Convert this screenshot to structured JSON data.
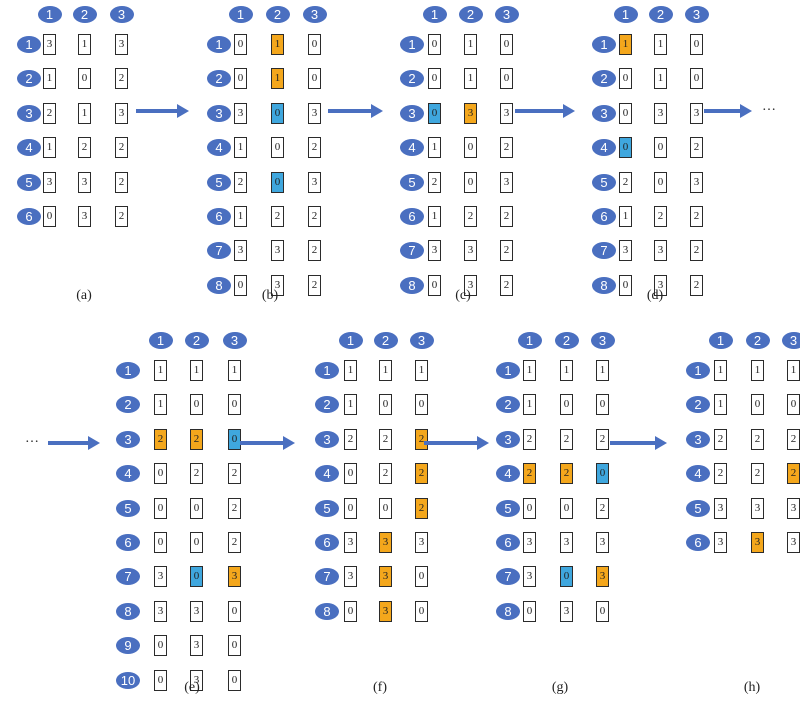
{
  "colors": {
    "badge": "#4a6fc0",
    "orange": "#f4a71c",
    "blue": "#3fa7de"
  },
  "ellipsis": "…",
  "panels": [
    {
      "label": "(a)",
      "cols": [
        "1",
        "2",
        "3"
      ],
      "rows": [
        "1",
        "2",
        "3",
        "4",
        "5",
        "6"
      ],
      "cells": [
        [
          {
            "v": "3"
          },
          {
            "v": "1"
          },
          {
            "v": "3"
          }
        ],
        [
          {
            "v": "1"
          },
          {
            "v": "0"
          },
          {
            "v": "2"
          }
        ],
        [
          {
            "v": "2"
          },
          {
            "v": "1"
          },
          {
            "v": "3"
          }
        ],
        [
          {
            "v": "1"
          },
          {
            "v": "2"
          },
          {
            "v": "2"
          }
        ],
        [
          {
            "v": "3"
          },
          {
            "v": "3"
          },
          {
            "v": "2"
          }
        ],
        [
          {
            "v": "0"
          },
          {
            "v": "3"
          },
          {
            "v": "2"
          }
        ]
      ]
    },
    {
      "label": "(b)",
      "cols": [
        "1",
        "2",
        "3"
      ],
      "rows": [
        "1",
        "2",
        "3",
        "4",
        "5",
        "6",
        "7",
        "8"
      ],
      "cells": [
        [
          {
            "v": "0"
          },
          {
            "v": "1",
            "h": "orange"
          },
          {
            "v": "0"
          }
        ],
        [
          {
            "v": "0"
          },
          {
            "v": "1",
            "h": "orange"
          },
          {
            "v": "0"
          }
        ],
        [
          {
            "v": "3"
          },
          {
            "v": "0",
            "h": "blue"
          },
          {
            "v": "3"
          }
        ],
        [
          {
            "v": "1"
          },
          {
            "v": "0"
          },
          {
            "v": "2"
          }
        ],
        [
          {
            "v": "2"
          },
          {
            "v": "0",
            "h": "blue"
          },
          {
            "v": "3"
          }
        ],
        [
          {
            "v": "1"
          },
          {
            "v": "2"
          },
          {
            "v": "2"
          }
        ],
        [
          {
            "v": "3"
          },
          {
            "v": "3"
          },
          {
            "v": "2"
          }
        ],
        [
          {
            "v": "0"
          },
          {
            "v": "3"
          },
          {
            "v": "2"
          }
        ]
      ]
    },
    {
      "label": "(c)",
      "cols": [
        "1",
        "2",
        "3"
      ],
      "rows": [
        "1",
        "2",
        "3",
        "4",
        "5",
        "6",
        "7",
        "8"
      ],
      "cells": [
        [
          {
            "v": "0"
          },
          {
            "v": "1"
          },
          {
            "v": "0"
          }
        ],
        [
          {
            "v": "0"
          },
          {
            "v": "1"
          },
          {
            "v": "0"
          }
        ],
        [
          {
            "v": "0",
            "h": "blue"
          },
          {
            "v": "3",
            "h": "orange"
          },
          {
            "v": "3"
          }
        ],
        [
          {
            "v": "1"
          },
          {
            "v": "0"
          },
          {
            "v": "2"
          }
        ],
        [
          {
            "v": "2"
          },
          {
            "v": "0"
          },
          {
            "v": "3"
          }
        ],
        [
          {
            "v": "1"
          },
          {
            "v": "2"
          },
          {
            "v": "2"
          }
        ],
        [
          {
            "v": "3"
          },
          {
            "v": "3"
          },
          {
            "v": "2"
          }
        ],
        [
          {
            "v": "0"
          },
          {
            "v": "3"
          },
          {
            "v": "2"
          }
        ]
      ]
    },
    {
      "label": "(d)",
      "cols": [
        "1",
        "2",
        "3"
      ],
      "rows": [
        "1",
        "2",
        "3",
        "4",
        "5",
        "6",
        "7",
        "8"
      ],
      "cells": [
        [
          {
            "v": "1",
            "h": "orange"
          },
          {
            "v": "1"
          },
          {
            "v": "0"
          }
        ],
        [
          {
            "v": "0"
          },
          {
            "v": "1"
          },
          {
            "v": "0"
          }
        ],
        [
          {
            "v": "0"
          },
          {
            "v": "3"
          },
          {
            "v": "3"
          }
        ],
        [
          {
            "v": "0",
            "h": "blue"
          },
          {
            "v": "0"
          },
          {
            "v": "2"
          }
        ],
        [
          {
            "v": "2"
          },
          {
            "v": "0"
          },
          {
            "v": "3"
          }
        ],
        [
          {
            "v": "1"
          },
          {
            "v": "2"
          },
          {
            "v": "2"
          }
        ],
        [
          {
            "v": "3"
          },
          {
            "v": "3"
          },
          {
            "v": "2"
          }
        ],
        [
          {
            "v": "0"
          },
          {
            "v": "3"
          },
          {
            "v": "2"
          }
        ]
      ]
    },
    {
      "label": "(e)",
      "cols": [
        "1",
        "2",
        "3"
      ],
      "rows": [
        "1",
        "2",
        "3",
        "4",
        "5",
        "6",
        "7",
        "8",
        "9",
        "10"
      ],
      "cells": [
        [
          {
            "v": "1"
          },
          {
            "v": "1"
          },
          {
            "v": "1"
          }
        ],
        [
          {
            "v": "1"
          },
          {
            "v": "0"
          },
          {
            "v": "0"
          }
        ],
        [
          {
            "v": "2",
            "h": "orange"
          },
          {
            "v": "2",
            "h": "orange"
          },
          {
            "v": "0",
            "h": "blue"
          }
        ],
        [
          {
            "v": "0"
          },
          {
            "v": "2"
          },
          {
            "v": "2"
          }
        ],
        [
          {
            "v": "0"
          },
          {
            "v": "0"
          },
          {
            "v": "2"
          }
        ],
        [
          {
            "v": "0"
          },
          {
            "v": "0"
          },
          {
            "v": "2"
          }
        ],
        [
          {
            "v": "3"
          },
          {
            "v": "0",
            "h": "blue"
          },
          {
            "v": "3",
            "h": "orange"
          }
        ],
        [
          {
            "v": "3"
          },
          {
            "v": "3"
          },
          {
            "v": "0"
          }
        ],
        [
          {
            "v": "0"
          },
          {
            "v": "3"
          },
          {
            "v": "0"
          }
        ],
        [
          {
            "v": "0"
          },
          {
            "v": "3"
          },
          {
            "v": "0"
          }
        ]
      ]
    },
    {
      "label": "(f)",
      "cols": [
        "1",
        "2",
        "3"
      ],
      "rows": [
        "1",
        "2",
        "3",
        "4",
        "5",
        "6",
        "7",
        "8"
      ],
      "cells": [
        [
          {
            "v": "1"
          },
          {
            "v": "1"
          },
          {
            "v": "1"
          }
        ],
        [
          {
            "v": "1"
          },
          {
            "v": "0"
          },
          {
            "v": "0"
          }
        ],
        [
          {
            "v": "2"
          },
          {
            "v": "2"
          },
          {
            "v": "2",
            "h": "orange"
          }
        ],
        [
          {
            "v": "0"
          },
          {
            "v": "2"
          },
          {
            "v": "2",
            "h": "orange"
          }
        ],
        [
          {
            "v": "0"
          },
          {
            "v": "0"
          },
          {
            "v": "2",
            "h": "orange"
          }
        ],
        [
          {
            "v": "3"
          },
          {
            "v": "3",
            "h": "orange"
          },
          {
            "v": "3"
          }
        ],
        [
          {
            "v": "3"
          },
          {
            "v": "3",
            "h": "orange"
          },
          {
            "v": "0"
          }
        ],
        [
          {
            "v": "0"
          },
          {
            "v": "3",
            "h": "orange"
          },
          {
            "v": "0"
          }
        ]
      ]
    },
    {
      "label": "(g)",
      "cols": [
        "1",
        "2",
        "3"
      ],
      "rows": [
        "1",
        "2",
        "3",
        "4",
        "5",
        "6",
        "7",
        "8"
      ],
      "cells": [
        [
          {
            "v": "1"
          },
          {
            "v": "1"
          },
          {
            "v": "1"
          }
        ],
        [
          {
            "v": "1"
          },
          {
            "v": "0"
          },
          {
            "v": "0"
          }
        ],
        [
          {
            "v": "2"
          },
          {
            "v": "2"
          },
          {
            "v": "2"
          }
        ],
        [
          {
            "v": "2",
            "h": "orange"
          },
          {
            "v": "2",
            "h": "orange"
          },
          {
            "v": "0",
            "h": "blue"
          }
        ],
        [
          {
            "v": "0"
          },
          {
            "v": "0"
          },
          {
            "v": "2"
          }
        ],
        [
          {
            "v": "3"
          },
          {
            "v": "3"
          },
          {
            "v": "3"
          }
        ],
        [
          {
            "v": "3"
          },
          {
            "v": "0",
            "h": "blue"
          },
          {
            "v": "3",
            "h": "orange"
          }
        ],
        [
          {
            "v": "0"
          },
          {
            "v": "3"
          },
          {
            "v": "0"
          }
        ]
      ]
    },
    {
      "label": "(h)",
      "cols": [
        "1",
        "2",
        "3"
      ],
      "rows": [
        "1",
        "2",
        "3",
        "4",
        "5",
        "6"
      ],
      "cells": [
        [
          {
            "v": "1"
          },
          {
            "v": "1"
          },
          {
            "v": "1"
          }
        ],
        [
          {
            "v": "1"
          },
          {
            "v": "0"
          },
          {
            "v": "0"
          }
        ],
        [
          {
            "v": "2"
          },
          {
            "v": "2"
          },
          {
            "v": "2"
          }
        ],
        [
          {
            "v": "2"
          },
          {
            "v": "2"
          },
          {
            "v": "2",
            "h": "orange"
          }
        ],
        [
          {
            "v": "3"
          },
          {
            "v": "3"
          },
          {
            "v": "3"
          }
        ],
        [
          {
            "v": "3"
          },
          {
            "v": "3",
            "h": "orange"
          },
          {
            "v": "3"
          }
        ]
      ]
    }
  ]
}
